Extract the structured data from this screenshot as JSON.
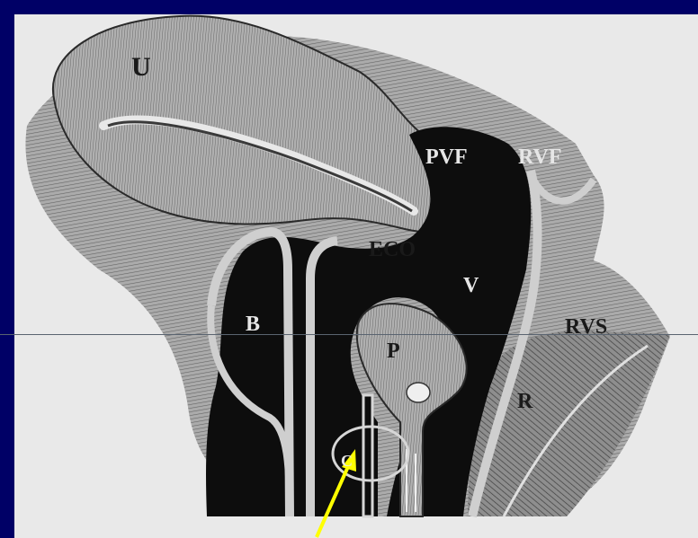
{
  "figure": {
    "labels": {
      "uterus": "U",
      "pvf": "PVF",
      "rvf": "RVF",
      "eco": "ECO",
      "vagina": "V",
      "bladder": "B",
      "rvs": "RVS",
      "pessary": "P",
      "rectum": "R",
      "catheter": "C"
    }
  },
  "colors": {
    "background": "#000066",
    "panel": "#e9e9e9",
    "tissue": "#9a9a9a",
    "cavity": "#0d0d0d",
    "arrow": "#ffff00"
  }
}
